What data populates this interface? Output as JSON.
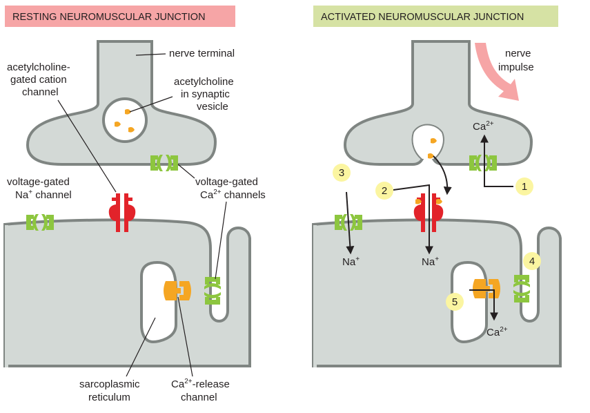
{
  "panels": {
    "resting": {
      "title": "RESTING NEUROMUSCULAR JUNCTION",
      "title_bg": "#f6a5a6",
      "labels": {
        "nerve_terminal": "nerve terminal",
        "ach_vesicle_l1": "acetylcholine",
        "ach_vesicle_l2": "in synaptic",
        "ach_vesicle_l3": "vesicle",
        "achr_l1": "acetylcholine-",
        "achr_l2": "gated cation",
        "achr_l3": "channel",
        "nav_l1": "voltage-gated",
        "nav_l2a": "Na",
        "nav_l2sup": "+",
        "nav_l2b": " channel",
        "cav_l1": "voltage-gated",
        "cav_l2a": "Ca",
        "cav_l2sup": "2+",
        "cav_l2b": " channels",
        "sr_l1": "sarcoplasmic",
        "sr_l2": "reticulum",
        "release_l1a": "Ca",
        "release_l1sup": "2+",
        "release_l1b": "-release",
        "release_l2": "channel"
      }
    },
    "activated": {
      "title": "ACTIVATED NEUROMUSCULAR JUNCTION",
      "title_bg": "#d6e2a4",
      "labels": {
        "impulse_l1": "nerve",
        "impulse_l2": "impulse",
        "ca_top": "Ca",
        "ca_top_sup": "2+",
        "na_left": "Na",
        "na_left_sup": "+",
        "na_mid": "Na",
        "na_mid_sup": "+",
        "ca_bottom": "Ca",
        "ca_bottom_sup": "2+"
      },
      "steps": [
        "1",
        "2",
        "3",
        "4",
        "5"
      ]
    }
  },
  "colors": {
    "membrane_fill": "#d3d9d6",
    "membrane_stroke": "#7f8582",
    "ach_receptor": "#e2232a",
    "voltage_channel": "#8dc63f",
    "release_channel": "#f5a623",
    "acetylcholine": "#f5a623",
    "impulse_arrow": "#f6a5a6",
    "step_badge": "#fbf5a1"
  }
}
